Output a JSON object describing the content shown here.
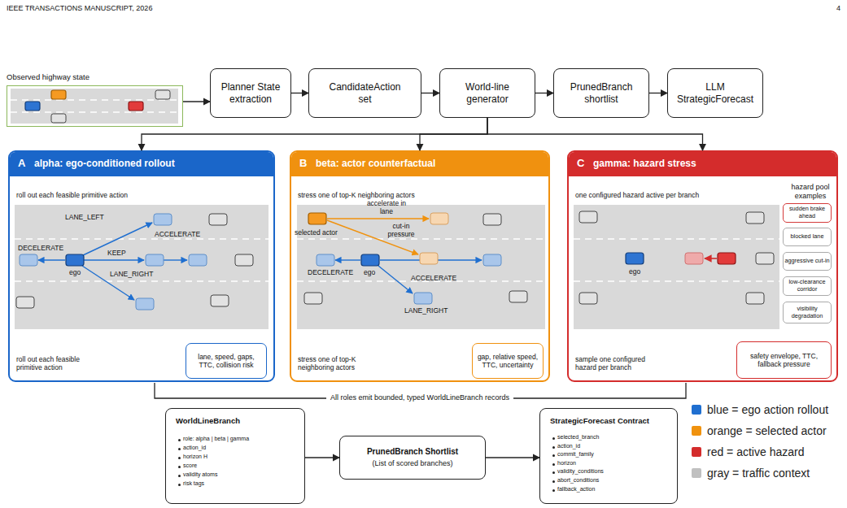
{
  "diagram": {
    "nodes": [
      {
        "text": [
          "Observed highway state"
        ]
      },
      {
        "text": [
          "Planner State extraction"
        ]
      },
      {
        "text": [
          "CandidateAction set"
        ]
      },
      {
        "text": [
          "World-line generator"
        ]
      },
      {
        "text": [
          "PrunedBranch shortlist"
        ]
      },
      {
        "text": [
          "LLM StrategicForecast"
        ]
      },
      {
        "text": [
          "A",
          "alpha: ego-conditioned rollout",
          "roll out each feasible primitive action",
          "roll out each feasible primitive action"
        ]
      },
      {
        "text": [
          "lane, speed, gaps, TTC, collision risk"
        ],
        "in": 6
      },
      {
        "text": [
          "B",
          "beta: actor counterfactual",
          "stress one of top-K neighboring actors",
          "stress one of top-K neighboring actors"
        ]
      },
      {
        "text": [
          "gap, relative speed, TTC, uncertainty"
        ],
        "in": 8
      },
      {
        "text": [
          "C",
          "gamma: hazard stress",
          "one configured hazard active per branch",
          "hazard pool examples",
          "sample one configured hazard per branch"
        ]
      },
      {
        "text": [
          "sudden brake ahead"
        ],
        "in": 10
      },
      {
        "text": [
          "blocked lane"
        ],
        "in": 10
      },
      {
        "text": [
          "aggressive cut-in"
        ],
        "in": 10
      },
      {
        "text": [
          "low-clearance corridor"
        ],
        "in": 10
      },
      {
        "text": [
          "visibility degradation"
        ],
        "in": 10
      },
      {
        "text": [
          "safety envelope, TTC, fallback pressure"
        ],
        "in": 10
      },
      {
        "text": [
          "WorldLineBranch",
          "role: alpha | beta | gamma",
          "action_id",
          "horizon H",
          "score",
          "validity atoms",
          "risk tags"
        ]
      },
      {
        "text": [
          "PrunedBranch Shortlist",
          "(List of scored branches)"
        ]
      },
      {
        "text": [
          "StrategicForecast Contract",
          "selected_branch",
          "action_id",
          "commit_family",
          "horizon",
          "validity_conditions",
          "abort_conditions",
          "fallback_action"
        ]
      }
    ],
    "edges": [
      {
        "from": 0,
        "to": 1,
        "arrow": "to"
      },
      {
        "from": 1,
        "to": 2,
        "arrow": "to"
      },
      {
        "from": 2,
        "to": 3,
        "arrow": "to"
      },
      {
        "from": 3,
        "to": 4,
        "arrow": "to"
      },
      {
        "from": 4,
        "to": 5,
        "arrow": "to"
      },
      {
        "from": 3,
        "to": 6,
        "arrow": "to"
      },
      {
        "from": 3,
        "to": 8,
        "arrow": "to"
      },
      {
        "from": 3,
        "to": 10,
        "arrow": "to"
      },
      {
        "from": 17,
        "to": 18,
        "arrow": "to"
      },
      {
        "from": 18,
        "to": 19,
        "arrow": "to"
      }
    ],
    "labels": [
      "IEEE TRANSACTIONS MANUSCRIPT, 2026",
      "4",
      "LANE_LEFT",
      "ACCELERATE",
      "DECELERATE",
      "KEEP",
      "ego",
      "LANE_RIGHT",
      "accelerate in lane",
      "selected actor",
      "cut-in pressure",
      "DECELERATE",
      "ego",
      "ACCELERATE",
      "LANE_RIGHT",
      "ego",
      "All roles emit bounded, typed WorldLineBranch records"
    ],
    "legend": [
      {
        "text": "blue = ego action rollout",
        "color": "#1f6fd0"
      },
      {
        "text": "orange = selected actor",
        "color": "#f0920e"
      },
      {
        "text": "red = active hazard",
        "color": "#d42c2c"
      },
      {
        "text": "gray = traffic context",
        "color": "#c0c0c0"
      }
    ]
  }
}
